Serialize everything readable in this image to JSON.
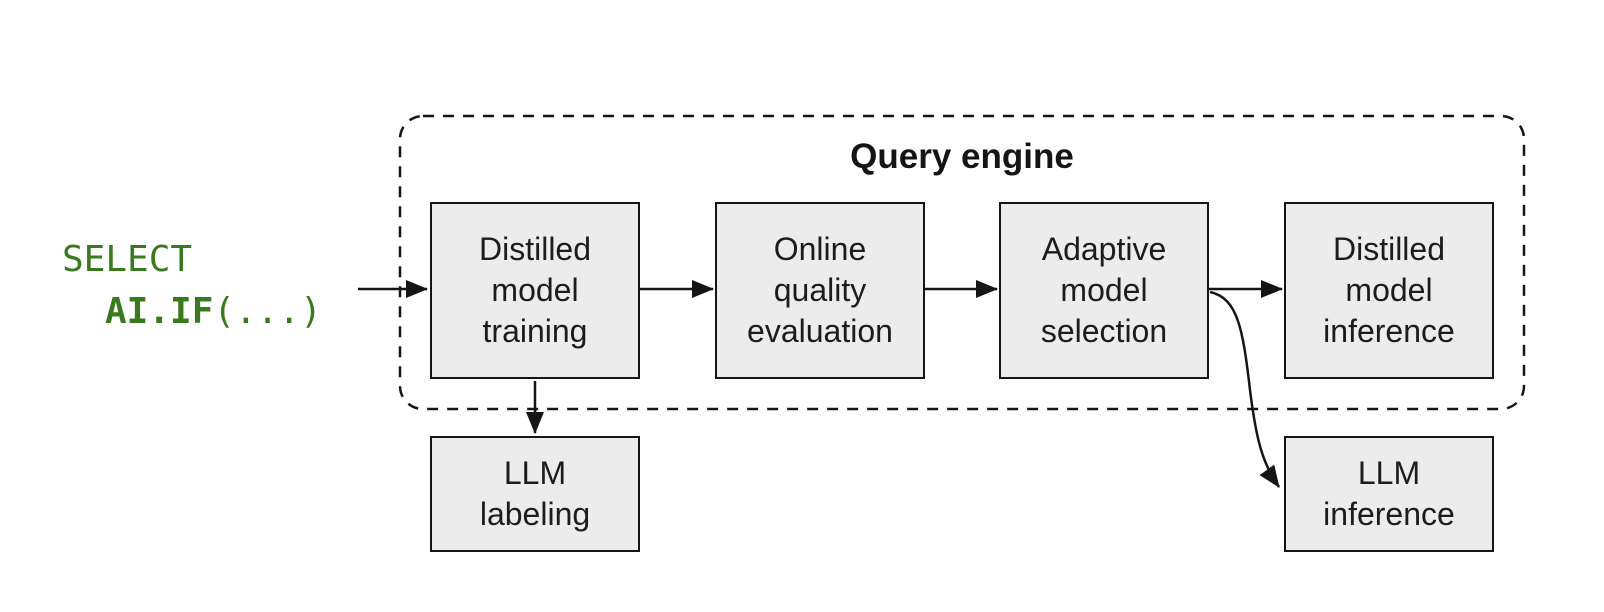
{
  "colors": {
    "green": "#3A7A1E",
    "box_fill": "#ECECEC",
    "line": "#151515",
    "bg": "#FFFFFF"
  },
  "code": {
    "line1": "SELECT",
    "function": "AI.IF",
    "args": "(...)"
  },
  "query_engine": {
    "title": "Query engine",
    "nodes": [
      {
        "label": "Distilled\nmodel\ntraining"
      },
      {
        "label": "Online\nquality\nevaluation"
      },
      {
        "label": "Adaptive\nmodel\nselection"
      },
      {
        "label": "Distilled\nmodel\ninference"
      }
    ]
  },
  "external_nodes": [
    {
      "label": "LLM\nlabeling"
    },
    {
      "label": "LLM\ninference"
    }
  ]
}
